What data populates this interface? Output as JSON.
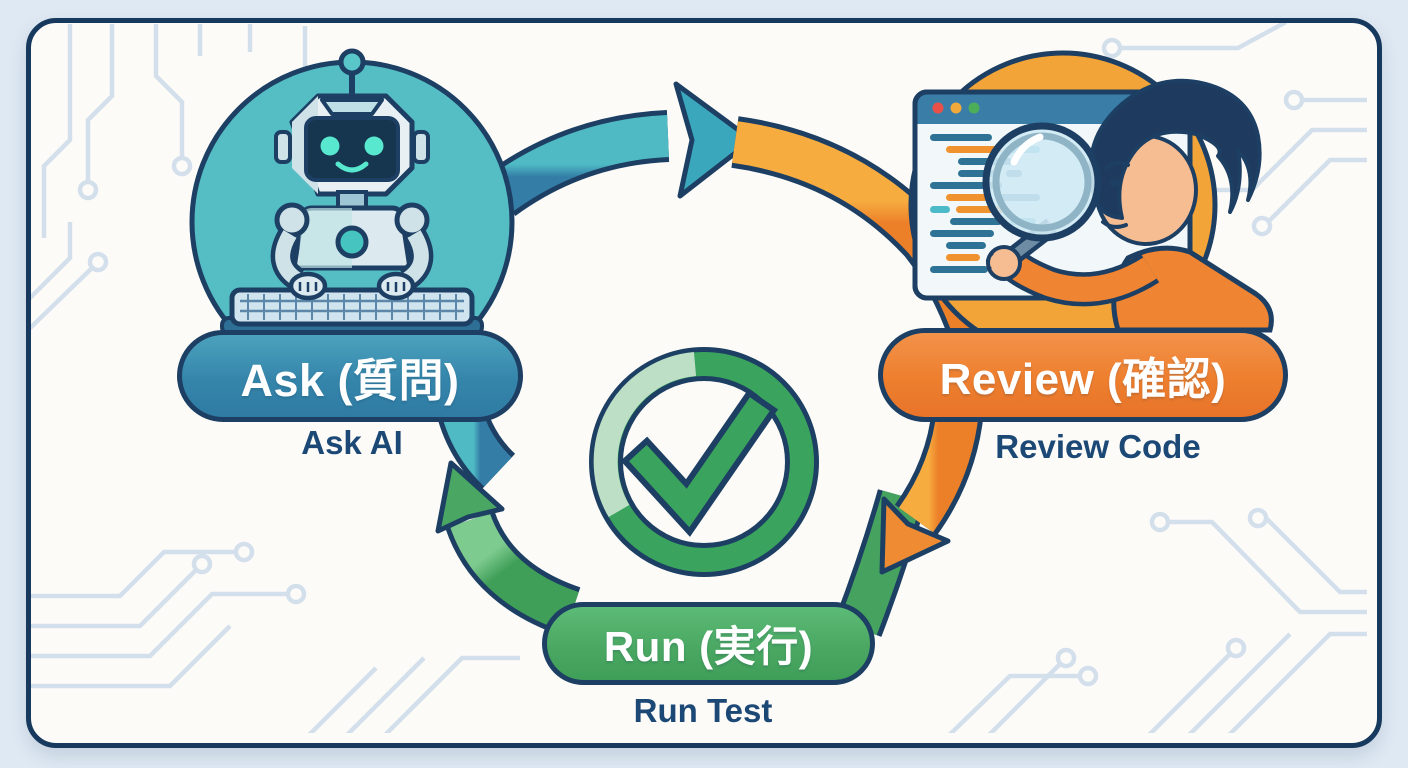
{
  "diagram": {
    "type": "cycle",
    "description_visible": "three-step loop with illustrations",
    "nodes": [
      {
        "id": "ask",
        "label": "Ask (質問)",
        "caption": "Ask AI",
        "pill_color": "#3b90b0",
        "illustration": "robot-typing-on-laptop",
        "circle_color": "#55bdc4"
      },
      {
        "id": "review",
        "label": "Review (確認)",
        "caption": "Review Code",
        "pill_color": "#ee7f2e",
        "illustration": "person-with-magnifier-reviewing-code",
        "circle_color": "#f2a438"
      },
      {
        "id": "run",
        "label": "Run (実行)",
        "caption": "Run Test",
        "pill_color": "#4aa863",
        "illustration": "none"
      }
    ],
    "arrows": [
      {
        "from": "ask",
        "to": "review",
        "color": "#3a9cb4"
      },
      {
        "from": "review",
        "to": "run",
        "color": "#ef8330"
      },
      {
        "from": "run",
        "to": "ask",
        "color": "#4aa863"
      }
    ],
    "center": {
      "icon": "check-circle-icon",
      "color": "#3aa45e"
    }
  },
  "colors": {
    "outer_background": "#dfe9f3",
    "card_background": "#fcfbf8",
    "card_border": "#17395e",
    "outline_navy": "#1d3f63",
    "caption_text": "#1c4876",
    "circuit_trace": "#d3e0ec",
    "teal_band": "#4fbac4",
    "steel_band": "#337da6",
    "orange_band_light": "#f7ac40",
    "orange_band_dark": "#ec8029",
    "green_band_light": "#7ecb8f",
    "green_band_dark": "#3f9e58",
    "check_ring_green": "#3aa45e",
    "check_ring_light": "#bcdfc6",
    "browser_titlebar": "#3a7ea8",
    "window_dot_red": "#e85048",
    "window_dot_yellow": "#f2a93c",
    "window_dot_green": "#4cae58",
    "code_line_blue": "#2e7396",
    "code_line_orange": "#f0932f",
    "code_line_teal": "#4dbac9",
    "robot_eyes": "#57e8cf",
    "skin": "#f6bd92"
  }
}
